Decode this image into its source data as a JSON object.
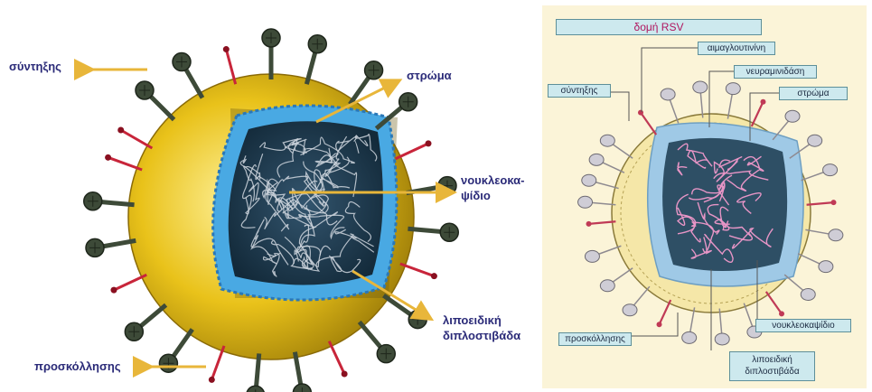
{
  "left": {
    "labels": {
      "fusion": "σύντηξης",
      "matrix": "στρώμα",
      "nucleocapsid": "νουκλεοκα-\nψίδιο",
      "lipid_bilayer": "λιποειδική\nδιπλοστιβάδα",
      "attachment": "προσκόλλησης"
    },
    "colors": {
      "envelope": "#e9c21a",
      "matrix": "#49a9e3",
      "core": "#213f55",
      "spike_dark": "#3d4a38",
      "spike_red": "#c8253a",
      "arrow": "#e8b63a",
      "label": "#2a2a78"
    }
  },
  "right": {
    "title": "δομή RSV",
    "labels": {
      "hemagglutinin": "αιμαγλουτινίνη",
      "neuraminidase": "νευραμινιδάση",
      "fusion": "σύντηξης",
      "matrix": "στρώμα",
      "attachment": "προσκόλλησης",
      "nucleocapsid": "νουκλεοκαψίδιο",
      "lipid_bilayer": "λιποειδική\nδιπλοστιβάδα"
    },
    "colors": {
      "panel_bg": "#fbf4d8",
      "envelope": "#f5e7a8",
      "matrix": "#9fc9e6",
      "core": "#2e4f65",
      "rna": "#e795c6",
      "spike_grey": "#cfcdd6",
      "spike_red": "#c03a56",
      "box_bg": "#cde9ee",
      "title_text": "#b0165f"
    }
  }
}
